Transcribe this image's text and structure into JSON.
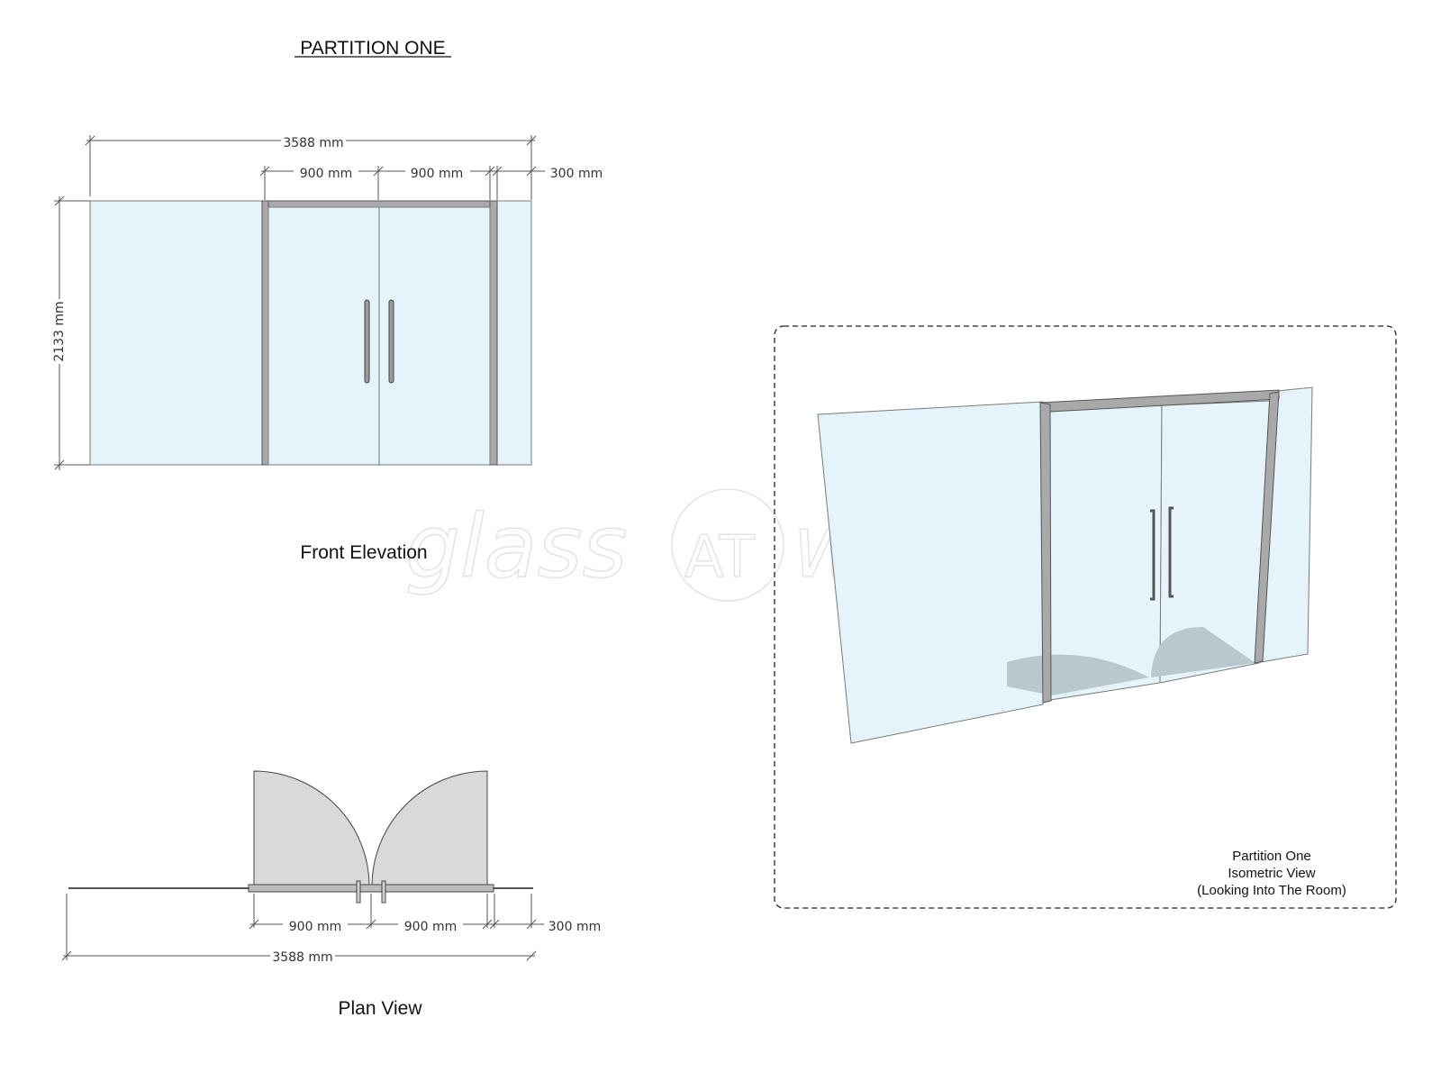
{
  "page_title": "PARTITION ONE",
  "front_elevation": {
    "caption": "Front Elevation",
    "dims": {
      "total_width": "3588 mm",
      "door_left": "900 mm",
      "door_right": "900 mm",
      "side_panel": "300 mm",
      "height": "2133 mm"
    }
  },
  "plan_view": {
    "caption": "Plan View",
    "dims": {
      "door_left": "900 mm",
      "door_right": "900 mm",
      "side_panel": "300 mm",
      "total_width": "3588 mm"
    }
  },
  "isometric": {
    "caption_line1": "Partition One",
    "caption_line2": "Isometric View",
    "caption_line3": "(Looking Into The Room)"
  },
  "watermark": {
    "left": "glass",
    "badge": "AT",
    "right": "work"
  },
  "colors": {
    "glass": "#e4f4fa",
    "frame": "#a9a9a9",
    "door_swing": "#d9d9d9"
  }
}
